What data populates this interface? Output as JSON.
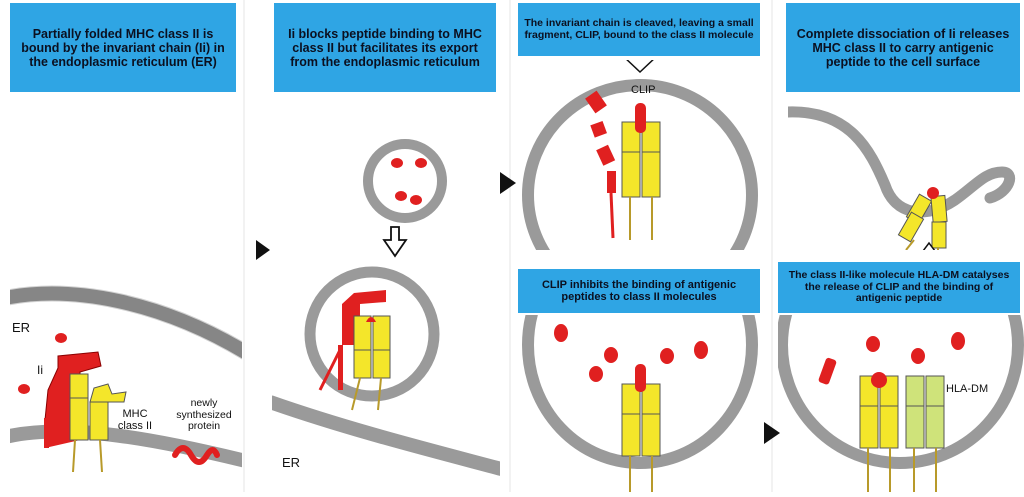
{
  "panels": [
    {
      "caption": "Partially folded MHC class II is bound by the invariant chain (Ii) in the endoplasmic reticulum (ER)"
    },
    {
      "caption": "Ii blocks peptide binding to MHC class II but facilitates its export from the endoplasmic reticulum"
    },
    {
      "caption": "The invariant chain is cleaved, leaving a small fragment, CLIP, bound to the class II molecule"
    },
    {
      "caption": "Complete dissociation of Ii releases MHC class II to carry antigenic peptide to the cell surface"
    },
    {
      "caption": "CLIP inhibits the binding of antigenic peptides to class II molecules"
    },
    {
      "caption": "The class II-like molecule HLA-DM catalyses the release of CLIP and the binding of antigenic peptide"
    }
  ],
  "labels": {
    "er_1": "ER",
    "ii": "Ii",
    "mhc": "MHC class II",
    "newly": "newly synthesized protein",
    "er_2": "ER",
    "clip": "CLIP",
    "hladm": "HLA-DM"
  },
  "colors": {
    "caption_bg": "#2fa5e4",
    "membrane": "#9a9a9a",
    "mhc_yellow": "#f4e62a",
    "hladm_green": "#cfe37a",
    "invariant_red": "#e02020",
    "arrow_black": "#111111"
  }
}
